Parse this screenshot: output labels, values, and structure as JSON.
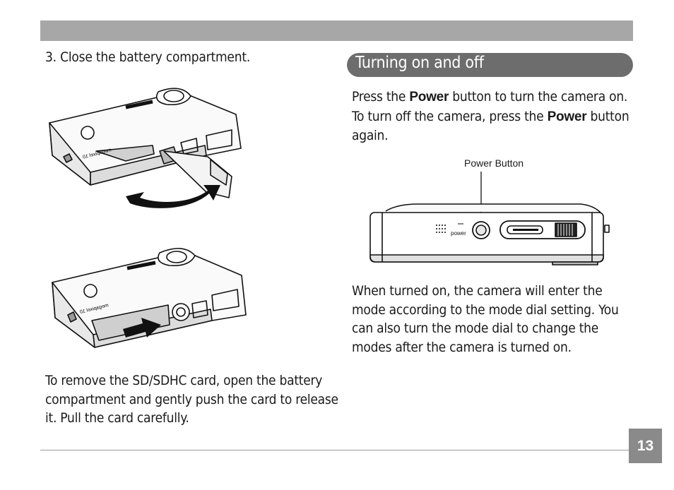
{
  "step_text": "3. Close the battery compartment.",
  "section_title": "Turning on and off",
  "power_paragraph": {
    "part1": "Press the ",
    "bold1": "Power",
    "part2": " button to turn the camera on. To turn off the camera, press the ",
    "bold2": "Power",
    "part3": " button again."
  },
  "power_callout_label": "Power Button",
  "camera_top_text": {
    "power_word": "power",
    "model_label": "megapixel 10"
  },
  "turn_on_paragraph": "When turned on, the camera will enter the mode according to the mode dial setting. You can also turn the mode dial to change the modes after the camera is turned on.",
  "remove_card_paragraph": "To remove the SD/SDHC card, open the battery compartment and gently push the card to release it. Pull the card carefully.",
  "page_number": "13",
  "icons": [
    "curved-arrow-icon",
    "push-arrow-icon"
  ],
  "colors": {
    "header_bar": "#a7a7a7",
    "section_pill": "#6d6d6d",
    "page_box": "#8a8a8a"
  }
}
